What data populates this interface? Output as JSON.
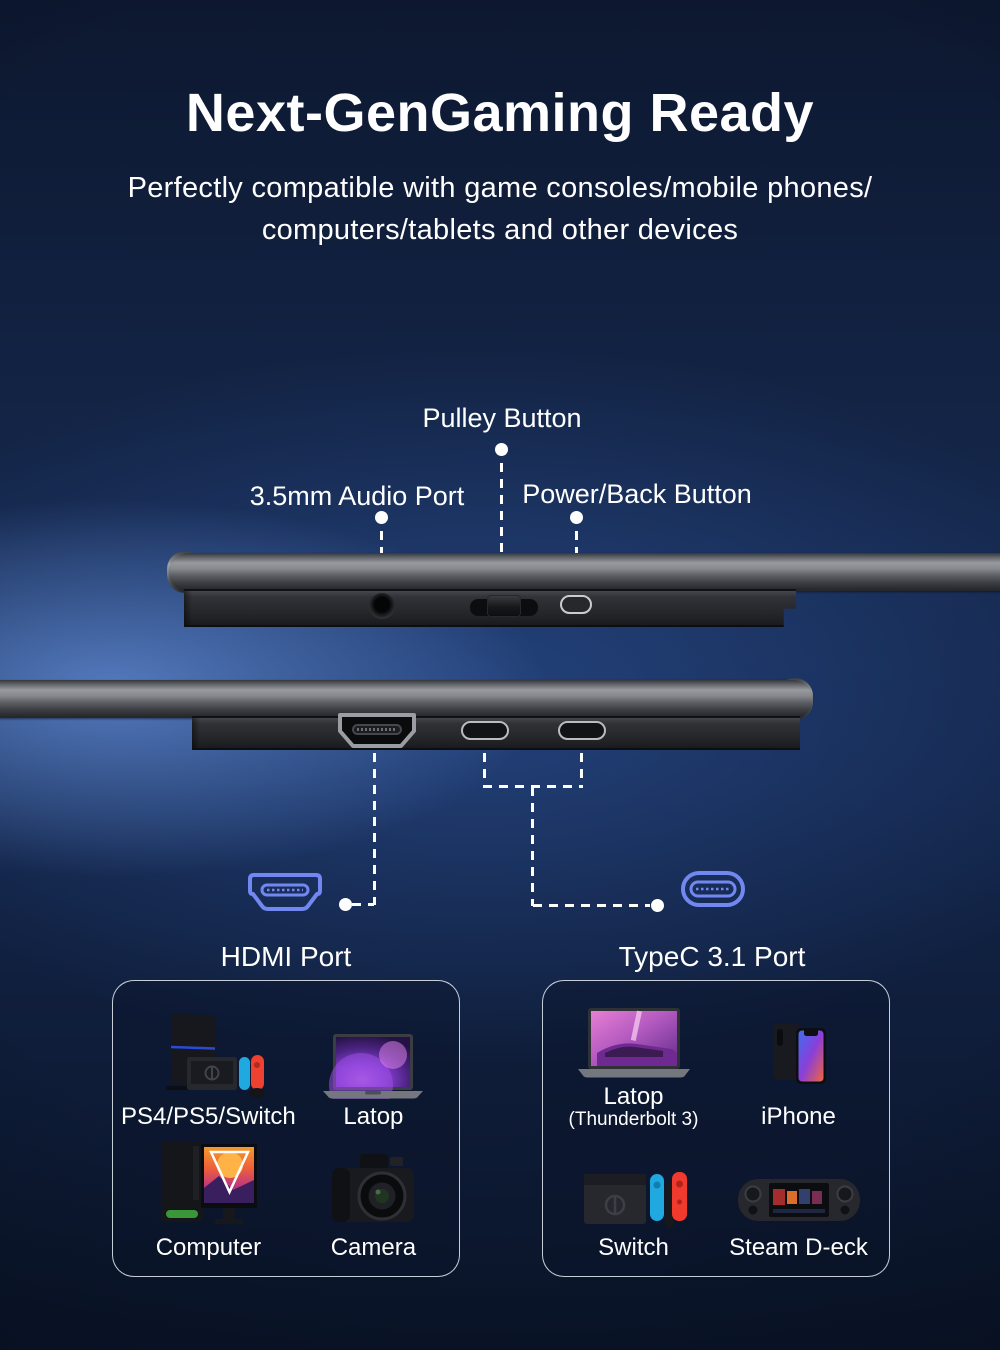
{
  "header": {
    "title": "Next-GenGaming Ready",
    "subtitle_line1": "Perfectly compatible with game consoles/mobile phones/",
    "subtitle_line2": "computers/tablets and other devices"
  },
  "top_callouts": {
    "pulley_label": "Pulley Button",
    "audio_label": "3.5mm Audio Port",
    "power_label": "Power/Back Button"
  },
  "port_callouts": {
    "hdmi_label": "HDMI Port",
    "typec_label": "TypeC 3.1 Port"
  },
  "device_panels": {
    "left": {
      "items": [
        {
          "label": "PS4/PS5/Switch",
          "icon": "ps4-ps5-switch-image"
        },
        {
          "label": "Latop",
          "icon": "laptop-image"
        },
        {
          "label": "Computer",
          "icon": "desktop-computer-image"
        },
        {
          "label": "Camera",
          "icon": "dslr-camera-image"
        }
      ]
    },
    "right": {
      "items": [
        {
          "label": "Latop",
          "sublabel": "(Thunderbolt 3)",
          "icon": "laptop-thunderbolt-image"
        },
        {
          "label": "iPhone",
          "icon": "iphone-image"
        },
        {
          "label": "Switch",
          "icon": "nintendo-switch-image"
        },
        {
          "label": "Steam D-eck",
          "icon": "steam-deck-image"
        }
      ]
    }
  },
  "colors": {
    "accent_port_icon": "#7288f0",
    "callout_line": "#ffffff",
    "text": "#ffffff",
    "joycon_blue": "#1fa9e0",
    "joycon_red": "#ef4130",
    "background_blue": "#15284d"
  }
}
